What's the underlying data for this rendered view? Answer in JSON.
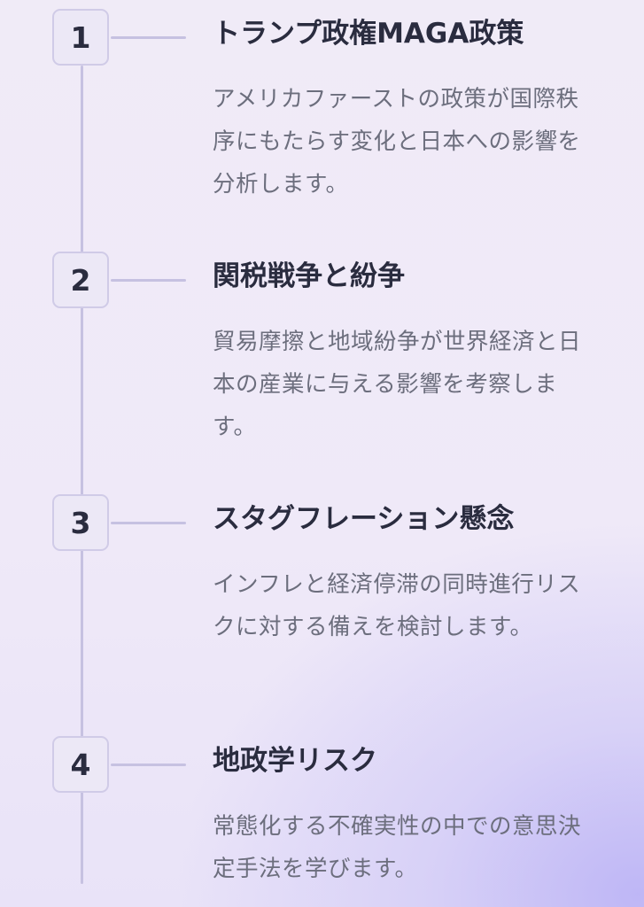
{
  "steps": [
    {
      "number": "1",
      "title": "トランプ政権MAGA政策",
      "description": "アメリカファーストの政策が国際秩序にもたらす変化と日本への影響を分析します。"
    },
    {
      "number": "2",
      "title": "関税戦争と紛争",
      "description": "貿易摩擦と地域紛争が世界経済と日本の産業に与える影響を考察します。"
    },
    {
      "number": "3",
      "title": "スタグフレーション懸念",
      "description": "インフレと経済停滞の同時進行リスクに対する備えを検討します。"
    },
    {
      "number": "4",
      "title": "地政学リスク",
      "description": "常態化する不確実性の中での意思決定手法を学びます。"
    }
  ],
  "colors": {
    "title": "#2a2c3f",
    "description": "#6c6e7d",
    "line": "#c6c1e1",
    "badge_border": "#d0cbe7",
    "badge_fill": "#ece8f6"
  }
}
